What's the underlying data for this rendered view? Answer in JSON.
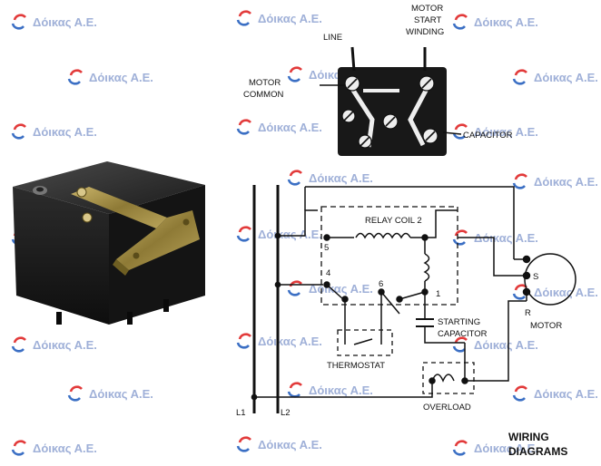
{
  "watermark": {
    "text": "Δόικας Α.Ε.",
    "color": "#9fb0d8",
    "logo_colors": [
      "#e23a3a",
      "#3b6fc4"
    ]
  },
  "wiring_header": {
    "line": "LINE",
    "motor_start_winding_1": "MOTOR",
    "motor_start_winding_2": "START",
    "motor_start_winding_3": "WINDING",
    "motor_common_1": "MOTOR",
    "motor_common_2": "COMMON",
    "capacitor": "CAPACITOR"
  },
  "schematic": {
    "relay_coil": "RELAY COIL 2",
    "terminal_5": "5",
    "terminal_4": "4",
    "terminal_6": "6",
    "terminal_1": "1",
    "starting_capacitor_1": "STARTING",
    "starting_capacitor_2": "CAPACITOR",
    "thermostat": "THERMOSTAT",
    "overload": "OVERLOAD",
    "l1": "L1",
    "l2": "L2",
    "motor_s": "S",
    "motor_r": "R",
    "motor": "MOTOR"
  },
  "caption": {
    "line1": "WIRING",
    "line2": "DIAGRAMS"
  }
}
